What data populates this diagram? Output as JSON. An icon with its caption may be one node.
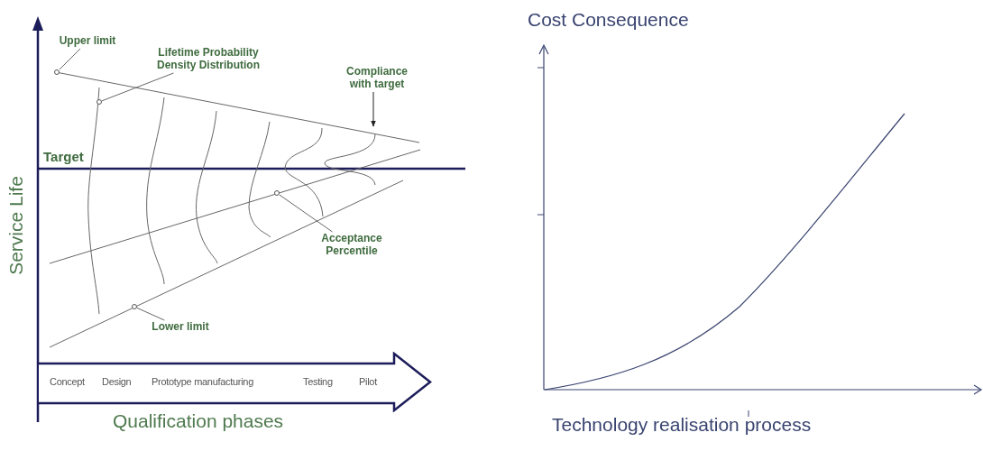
{
  "diagram": {
    "nodes": [
      {
        "text": [
          "Upper limit"
        ]
      },
      {
        "text": [],
        "shape": "circle"
      },
      {
        "text": [
          "Lifetime Probability Density Distribution"
        ]
      },
      {
        "text": [],
        "shape": "circle"
      },
      {
        "text": [
          "Compliance with target"
        ]
      },
      {
        "text": [
          "Acceptance Percentile"
        ]
      },
      {
        "text": [],
        "shape": "circle"
      },
      {
        "text": [
          "Lower limit"
        ]
      },
      {
        "text": [],
        "shape": "circle"
      },
      {
        "text": [
          "Concept",
          "Design",
          "Prototype manufacturing",
          "Testing",
          "Pilot"
        ]
      },
      {
        "text": [],
        "shape": "curve"
      }
    ],
    "edges": [
      {
        "from": 0,
        "to": 1,
        "arrow": "none"
      },
      {
        "from": 2,
        "to": 3,
        "arrow": "none"
      },
      {
        "from": 4,
        "to": 10,
        "arrow": "to"
      },
      {
        "from": 5,
        "to": 6,
        "arrow": "none"
      },
      {
        "from": 7,
        "to": 8,
        "arrow": "none"
      }
    ],
    "labels": [
      "Cost Consequence",
      "Target",
      "Service Life",
      "Qualification phases",
      "Technology realisation process"
    ]
  }
}
